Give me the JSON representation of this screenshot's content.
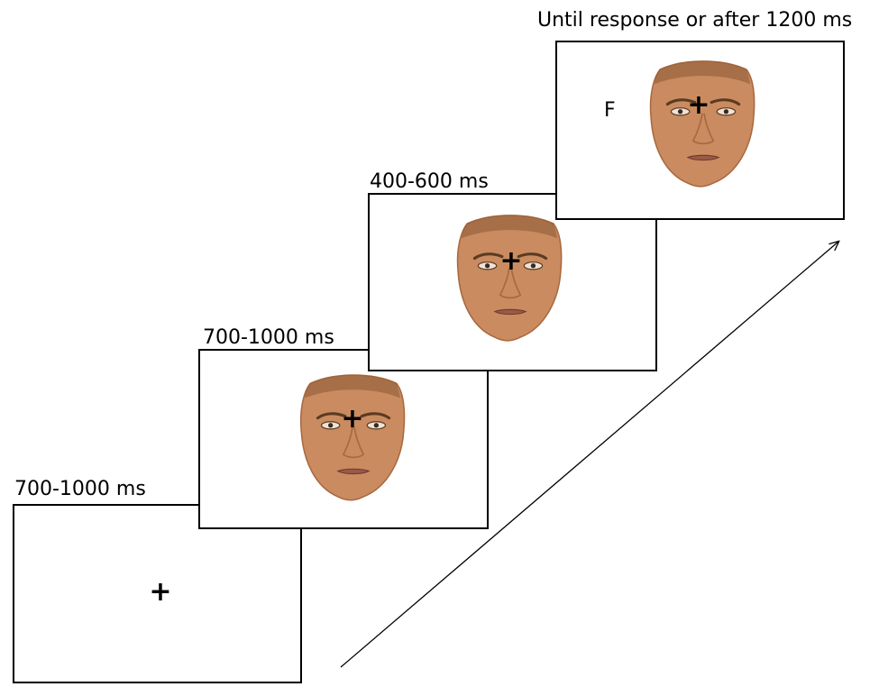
{
  "stages": [
    {
      "duration_label": "700-1000 ms",
      "content": "fixation"
    },
    {
      "duration_label": "700-1000 ms",
      "content": "face-with-fixation"
    },
    {
      "duration_label": "400-600 ms",
      "content": "face-with-fixation"
    },
    {
      "duration_label": "Until response or after 1200 ms",
      "content": "face-with-fixation-and-letter"
    }
  ],
  "fixation_symbol": "+",
  "response_letter": "F",
  "colors": {
    "skin": "#c98b5f",
    "skin_shadow": "#a8683f",
    "hair": "#8a5a35",
    "frame": "#000000"
  },
  "icons": [
    "fixation-cross-icon",
    "face-icon",
    "time-arrow-icon"
  ]
}
